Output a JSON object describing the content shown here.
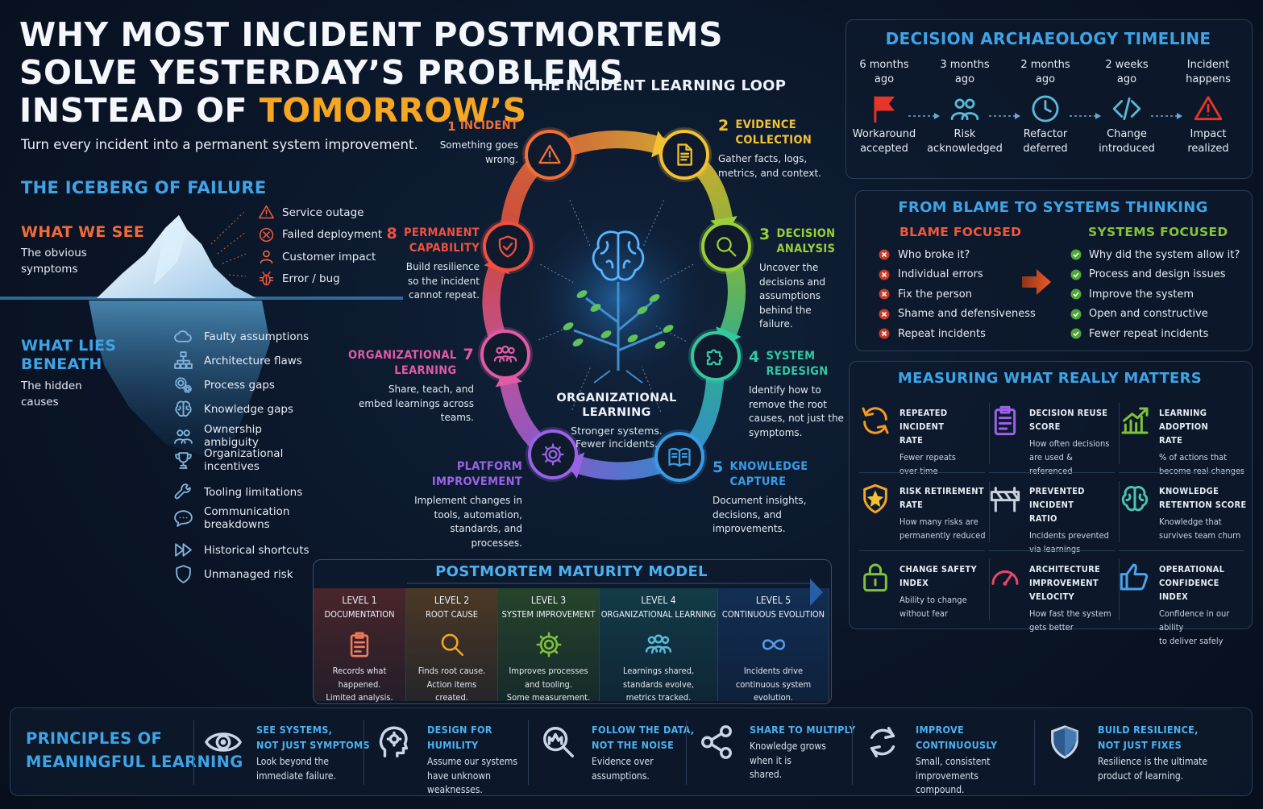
{
  "header": {
    "title_line1": "WHY MOST INCIDENT POSTMORTEMS",
    "title_line2": "SOLVE YESTERDAY’S PROBLEMS",
    "title_line3_prefix": "INSTEAD OF ",
    "title_line3_highlight": "TOMORROW’S",
    "subtitle": "Turn every incident into a permanent system improvement."
  },
  "iceberg": {
    "heading": "THE ICEBERG OF FAILURE",
    "see_heading": "WHAT WE SEE",
    "see_desc": "The obvious symptoms",
    "see_items": [
      {
        "label": "Service outage",
        "icon": "warning-icon"
      },
      {
        "label": "Failed deployment",
        "icon": "x-circle-icon"
      },
      {
        "label": "Customer impact",
        "icon": "person-icon"
      },
      {
        "label": "Error / bug",
        "icon": "bug-icon"
      }
    ],
    "beneath_heading_1": "WHAT LIES",
    "beneath_heading_2": "BENEATH",
    "beneath_desc": "The hidden causes",
    "beneath_items": [
      {
        "label": "Faulty assumptions",
        "icon": "cloud-icon"
      },
      {
        "label": "Architecture flaws",
        "icon": "hierarchy-icon"
      },
      {
        "label": "Process gaps",
        "icon": "gears-icon"
      },
      {
        "label": "Knowledge gaps",
        "icon": "brain-icon"
      },
      {
        "label": "Ownership ambiguity",
        "icon": "people-icon"
      },
      {
        "label": "Organizational incentives",
        "icon": "trophy-icon"
      },
      {
        "label": "Tooling limitations",
        "icon": "wrench-icon"
      },
      {
        "label": "Communication breakdowns",
        "icon": "chat-icon"
      },
      {
        "label": "Historical shortcuts",
        "icon": "fast-forward-icon"
      },
      {
        "label": "Unmanaged risk",
        "icon": "shield-icon"
      }
    ]
  },
  "loop": {
    "heading": "THE INCIDENT LEARNING LOOP",
    "center_title_1": "ORGANIZATIONAL",
    "center_title_2": "LEARNING",
    "center_desc_1": "Stronger systems.",
    "center_desc_2": "Fewer incidents.",
    "steps": [
      {
        "num": "1",
        "title_1": "INCIDENT",
        "title_2": "",
        "desc": "Something goes wrong.",
        "color": "#f2703a",
        "icon": "warning-icon"
      },
      {
        "num": "2",
        "title_1": "EVIDENCE",
        "title_2": "COLLECTION",
        "desc": "Gather facts, logs, metrics, and context.",
        "color": "#f3c233",
        "icon": "document-icon"
      },
      {
        "num": "3",
        "title_1": "DECISION",
        "title_2": "ANALYSIS",
        "desc": "Uncover the decisions and assumptions behind the failure.",
        "color": "#9bcf3a",
        "icon": "magnifier-icon"
      },
      {
        "num": "4",
        "title_1": "SYSTEM",
        "title_2": "REDESIGN",
        "desc": "Identify how to remove the root causes, not just the symptoms.",
        "color": "#33c8a0",
        "icon": "puzzle-icon"
      },
      {
        "num": "5",
        "title_1": "KNOWLEDGE",
        "title_2": "CAPTURE",
        "desc": "Document insights, decisions, and improvements.",
        "color": "#3a9be6",
        "icon": "book-icon"
      },
      {
        "num": "",
        "title_1": "PLATFORM",
        "title_2": "IMPROVEMENT",
        "desc": "Implement changes in tools, automation, standards, and processes.",
        "color": "#9a63e6",
        "icon": "gear-icon"
      },
      {
        "num": "7",
        "title_1": "ORGANIZATIONAL",
        "title_2": "LEARNING",
        "desc": "Share, teach, and embed learnings across teams.",
        "color": "#e05aa5",
        "icon": "team-icon"
      },
      {
        "num": "8",
        "title_1": "PERMANENT",
        "title_2": "CAPABILITY",
        "desc": "Build resilience so the incident cannot repeat.",
        "color": "#ef5040",
        "icon": "shield-check-icon"
      }
    ]
  },
  "timeline": {
    "heading": "DECISION ARCHAEOLOGY TIMELINE",
    "items": [
      {
        "time_1": "6 months",
        "time_2": "ago",
        "label_1": "Workaround",
        "label_2": "accepted",
        "icon": "flag-icon"
      },
      {
        "time_1": "3 months",
        "time_2": "ago",
        "label_1": "Risk",
        "label_2": "acknowledged",
        "icon": "people-icon"
      },
      {
        "time_1": "2 months",
        "time_2": "ago",
        "label_1": "Refactor",
        "label_2": "deferred",
        "icon": "clock-icon"
      },
      {
        "time_1": "2 weeks",
        "time_2": "ago",
        "label_1": "Change",
        "label_2": "introduced",
        "icon": "code-icon"
      },
      {
        "time_1": "Incident",
        "time_2": "happens",
        "label_1": "Impact",
        "label_2": "realized",
        "icon": "warning-icon"
      }
    ]
  },
  "blame": {
    "heading": "FROM BLAME TO SYSTEMS THINKING",
    "left_heading": "BLAME FOCUSED",
    "right_heading": "SYSTEMS FOCUSED",
    "left_items": [
      "Who broke it?",
      "Individual errors",
      "Fix the person",
      "Shame and defensiveness",
      "Repeat incidents"
    ],
    "right_items": [
      "Why did the system allow it?",
      "Process and design issues",
      "Improve the system",
      "Open and constructive",
      "Fewer repeat incidents"
    ]
  },
  "metrics": {
    "heading": "MEASURING WHAT REALLY MATTERS",
    "items": [
      {
        "title_1": "REPEATED INCIDENT",
        "title_2": "RATE",
        "desc_1": "Fewer repeats",
        "desc_2": "over time",
        "icon": "refresh-icon"
      },
      {
        "title_1": "DECISION REUSE",
        "title_2": "SCORE",
        "desc_1": "How often decisions",
        "desc_2": "are used & referenced",
        "icon": "clipboard-icon"
      },
      {
        "title_1": "LEARNING ADOPTION",
        "title_2": "RATE",
        "desc_1": "% of actions that",
        "desc_2": "become real changes",
        "icon": "growth-chart-icon"
      },
      {
        "title_1": "RISK RETIREMENT",
        "title_2": "RATE",
        "desc_1": "How many risks are",
        "desc_2": "permanently reduced",
        "icon": "shield-star-icon"
      },
      {
        "title_1": "PREVENTED INCIDENT",
        "title_2": "RATIO",
        "desc_1": "Incidents prevented",
        "desc_2": "via learnings",
        "icon": "barrier-icon"
      },
      {
        "title_1": "KNOWLEDGE",
        "title_2": "RETENTION SCORE",
        "desc_1": "Knowledge that",
        "desc_2": "survives team churn",
        "icon": "brain-icon"
      },
      {
        "title_1": "CHANGE SAFETY",
        "title_2": "INDEX",
        "desc_1": "Ability to change",
        "desc_2": "without fear",
        "icon": "lock-icon"
      },
      {
        "title_1": "ARCHITECTURE",
        "title_2": "IMPROVEMENT VELOCITY",
        "desc_1": "How fast the system",
        "desc_2": "gets better",
        "icon": "gauge-icon"
      },
      {
        "title_1": "OPERATIONAL",
        "title_2": "CONFIDENCE INDEX",
        "desc_1": "Confidence in our ability",
        "desc_2": "to deliver safely",
        "icon": "thumbs-up-icon"
      }
    ]
  },
  "maturity": {
    "heading": "POSTMORTEM MATURITY MODEL",
    "levels": [
      {
        "level": "LEVEL 1",
        "name": "DOCUMENTATION",
        "desc_1": "Records what",
        "desc_2": "happened.",
        "desc_3": "Limited analysis.",
        "color": "#c2402a",
        "icon": "clipboard-icon"
      },
      {
        "level": "LEVEL 2",
        "name": "ROOT CAUSE",
        "desc_1": "Finds root cause.",
        "desc_2": "Action items",
        "desc_3": "created.",
        "color": "#c97a1c",
        "icon": "magnifier-icon"
      },
      {
        "level": "LEVEL 3",
        "name": "SYSTEM IMPROVEMENT",
        "desc_1": "Improves processes",
        "desc_2": "and tooling.",
        "desc_3": "Some measurement.",
        "color": "#5a9a2a",
        "icon": "gear-icon"
      },
      {
        "level": "LEVEL 4",
        "name": "ORGANIZATIONAL LEARNING",
        "desc_1": "Learnings shared,",
        "desc_2": "standards evolve,",
        "desc_3": "metrics tracked.",
        "color": "#1f7f80",
        "icon": "team-icon"
      },
      {
        "level": "LEVEL 5",
        "name": "CONTINUOUS EVOLUTION",
        "desc_1": "Incidents drive",
        "desc_2": "continuous system",
        "desc_3": "evolution.",
        "color": "#1f5aa5",
        "icon": "infinity-icon"
      }
    ]
  },
  "principles": {
    "heading_1": "PRINCIPLES OF",
    "heading_2": "MEANINGFUL LEARNING",
    "items": [
      {
        "title_1": "SEE SYSTEMS,",
        "title_2": "NOT JUST SYMPTOMS",
        "desc_1": "Look beyond the",
        "desc_2": "immediate failure.",
        "icon": "eye-icon"
      },
      {
        "title_1": "DESIGN FOR HUMILITY",
        "title_2": "",
        "desc_1": "Assume our systems",
        "desc_2": "have unknown",
        "desc_3": "weaknesses.",
        "icon": "head-gear-icon"
      },
      {
        "title_1": "FOLLOW THE DATA,",
        "title_2": "NOT THE NOISE",
        "desc_1": "Evidence over",
        "desc_2": "assumptions.",
        "icon": "data-magnifier-icon"
      },
      {
        "title_1": "SHARE TO MULTIPLY",
        "title_2": "",
        "desc_1": "Knowledge grows",
        "desc_2": "when it is",
        "desc_3": "shared.",
        "icon": "share-icon"
      },
      {
        "title_1": "IMPROVE CONTINUOUSLY",
        "title_2": "",
        "desc_1": "Small, consistent",
        "desc_2": "improvements",
        "desc_3": "compound.",
        "icon": "cycle-icon"
      },
      {
        "title_1": "BUILD RESILIENCE,",
        "title_2": "NOT JUST FIXES",
        "desc_1": "Resilience is the ultimate",
        "desc_2": "product of learning.",
        "icon": "shield-icon"
      }
    ]
  }
}
